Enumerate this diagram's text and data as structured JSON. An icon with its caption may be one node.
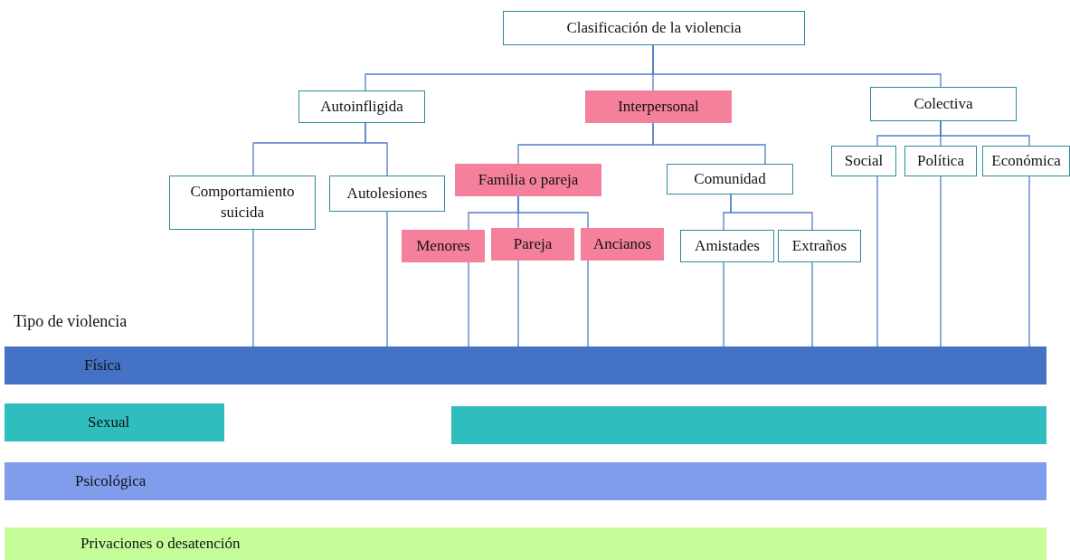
{
  "diagram": {
    "nodes": [
      {
        "text": [
          "Clasificación de la violencia"
        ]
      },
      {
        "text": [
          "Autoinfligida"
        ]
      },
      {
        "text": [
          "Interpersonal"
        ]
      },
      {
        "text": [
          "Colectiva"
        ]
      },
      {
        "text": [
          "Comportamiento suicida"
        ]
      },
      {
        "text": [
          "Autolesiones"
        ]
      },
      {
        "text": [
          "Familia o pareja"
        ]
      },
      {
        "text": [
          "Comunidad"
        ]
      },
      {
        "text": [
          "Social"
        ]
      },
      {
        "text": [
          "Política"
        ]
      },
      {
        "text": [
          "Económica"
        ]
      },
      {
        "text": [
          "Menores"
        ]
      },
      {
        "text": [
          "Pareja"
        ]
      },
      {
        "text": [
          "Ancianos"
        ]
      },
      {
        "text": [
          "Amistades"
        ]
      },
      {
        "text": [
          "Extraños"
        ]
      },
      {
        "text": [
          "Física"
        ]
      },
      {
        "text": [
          "Sexual"
        ]
      },
      {
        "text": [],
        "shape": "bar"
      },
      {
        "text": [
          "Psicológica"
        ]
      },
      {
        "text": [
          "Privaciones o desatención"
        ]
      }
    ],
    "edges": [
      {
        "from": 0,
        "to": 1,
        "arrow": "none"
      },
      {
        "from": 0,
        "to": 2,
        "arrow": "none"
      },
      {
        "from": 0,
        "to": 3,
        "arrow": "none"
      },
      {
        "from": 1,
        "to": 4,
        "arrow": "none"
      },
      {
        "from": 1,
        "to": 5,
        "arrow": "none"
      },
      {
        "from": 2,
        "to": 6,
        "arrow": "none"
      },
      {
        "from": 2,
        "to": 7,
        "arrow": "none"
      },
      {
        "from": 3,
        "to": 8,
        "arrow": "none"
      },
      {
        "from": 3,
        "to": 9,
        "arrow": "none"
      },
      {
        "from": 3,
        "to": 10,
        "arrow": "none"
      },
      {
        "from": 6,
        "to": 11,
        "arrow": "none"
      },
      {
        "from": 6,
        "to": 12,
        "arrow": "none"
      },
      {
        "from": 6,
        "to": 13,
        "arrow": "none"
      },
      {
        "from": 7,
        "to": 14,
        "arrow": "none"
      },
      {
        "from": 7,
        "to": 15,
        "arrow": "none"
      },
      {
        "from": 4,
        "to": 16,
        "arrow": "none"
      },
      {
        "from": 5,
        "to": 16,
        "arrow": "none"
      },
      {
        "from": 11,
        "to": 16,
        "arrow": "none"
      },
      {
        "from": 12,
        "to": 16,
        "arrow": "none"
      },
      {
        "from": 13,
        "to": 16,
        "arrow": "none"
      },
      {
        "from": 14,
        "to": 16,
        "arrow": "none"
      },
      {
        "from": 15,
        "to": 16,
        "arrow": "none"
      },
      {
        "from": 8,
        "to": 16,
        "arrow": "none"
      },
      {
        "from": 9,
        "to": 16,
        "arrow": "none"
      },
      {
        "from": 10,
        "to": 16,
        "arrow": "none"
      }
    ],
    "labels": [
      "Tipo de violencia"
    ]
  }
}
